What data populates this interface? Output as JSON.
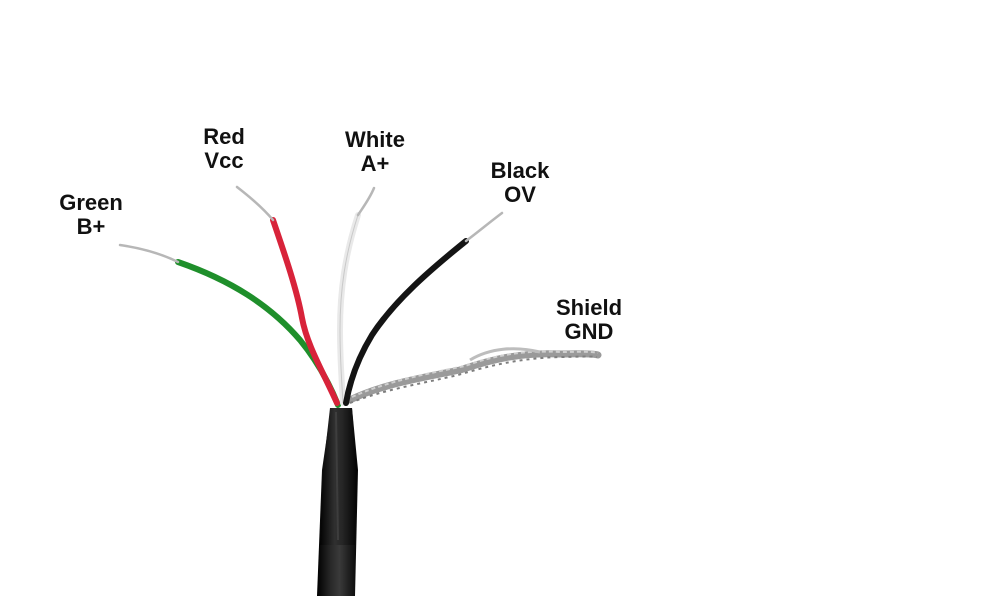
{
  "labels": {
    "green": {
      "color_name": "Green",
      "signal": "B+"
    },
    "red": {
      "color_name": "Red",
      "signal": "Vcc"
    },
    "white": {
      "color_name": "White",
      "signal": "A+"
    },
    "black": {
      "color_name": "Black",
      "signal": "OV"
    },
    "shield": {
      "color_name": "Shield",
      "signal": "GND"
    }
  },
  "colors": {
    "green_insulation": "#1f8f2b",
    "red_insulation": "#d8233a",
    "white_insulation": "#f2f2f2",
    "black_insulation": "#141414",
    "bare_conductor": "#b7b7b7",
    "shield_braid": "#a9a9a9",
    "cable_jacket": "#0e0e0e"
  }
}
